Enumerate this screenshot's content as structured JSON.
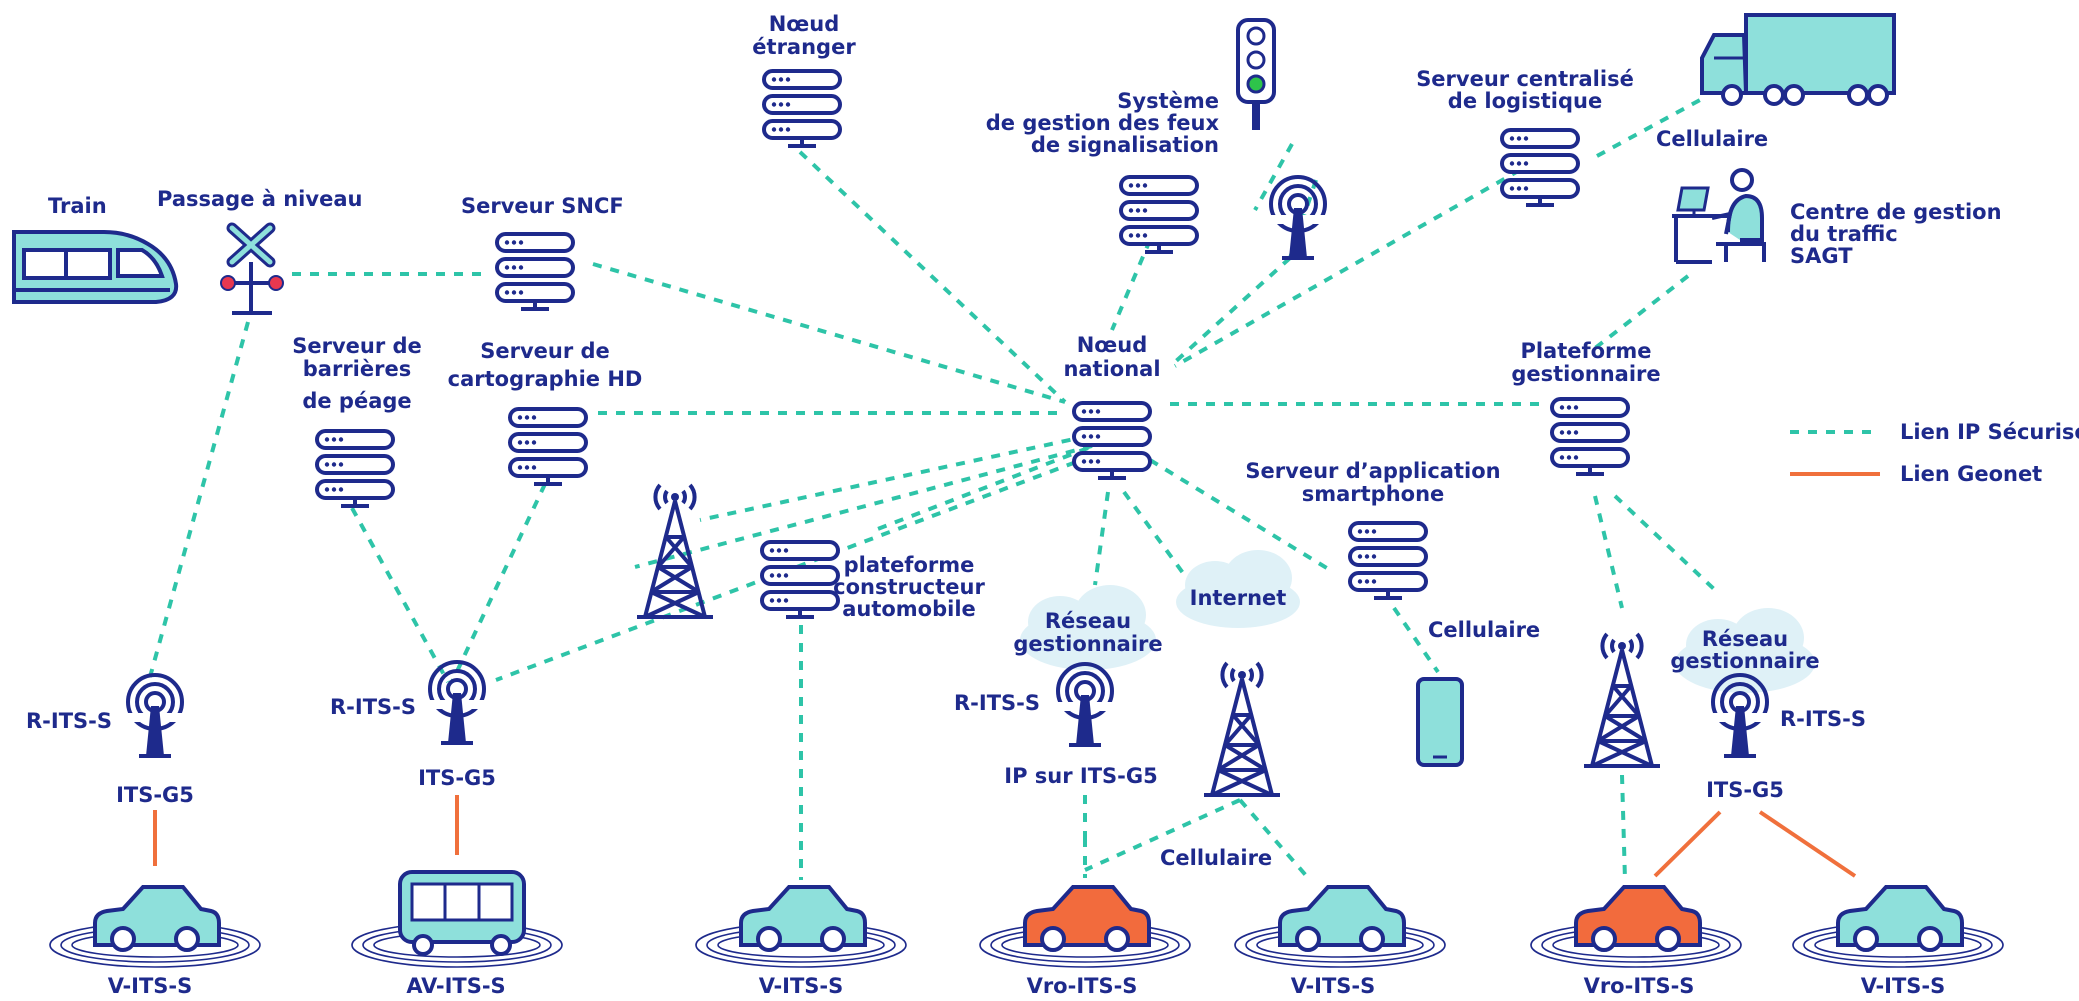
{
  "colors": {
    "navy": "#1e2a8c",
    "turquoise": "#8ee0db",
    "ip_link": "#2ec4a8",
    "geonet_link": "#f0703c",
    "vro_car": "#f26b3d",
    "cloud": "#dff1f7"
  },
  "labels": {
    "train": "Train",
    "passage": "Passage à niveau",
    "sncf": "Serveur SNCF",
    "noeud_etranger": [
      "Nœud",
      "étranger"
    ],
    "systeme_feux": [
      "Système",
      "de gestion des feux",
      "de signalisation"
    ],
    "logistique": [
      "Serveur centralisé",
      "de logistique"
    ],
    "cellulaire_truck": "Cellulaire",
    "sagt": [
      "Centre de gestion",
      "du traffic",
      "SAGT"
    ],
    "barrieres": [
      "Serveur de",
      "barrières",
      "de péage"
    ],
    "cartographie": [
      "Serveur de",
      "cartographie HD"
    ],
    "noeud_national": [
      "Nœud",
      "national"
    ],
    "plateforme_gest": [
      "Plateforme",
      "gestionnaire"
    ],
    "smartphone_srv": [
      "Serveur d’application",
      "smartphone"
    ],
    "constructeur": [
      "plateforme",
      "constructeur",
      "automobile"
    ],
    "reseau1": [
      "Réseau",
      "gestionnaire"
    ],
    "internet": "Internet",
    "cellulaire_phone": "Cellulaire",
    "reseau2": [
      "Réseau",
      "gestionnaire"
    ],
    "rits_1": "R-ITS-S",
    "itsg5_1": "ITS-G5",
    "rits_2": "R-ITS-S",
    "itsg5_2": "ITS-G5",
    "rits_3": "R-ITS-S",
    "ip_sur_itsg5": "IP sur ITS-G5",
    "cellulaire_bottom": "Cellulaire",
    "rits_4": "R-ITS-S",
    "itsg5_4": "ITS-G5",
    "vehicles": [
      "V-ITS-S",
      "AV-ITS-S",
      "V-ITS-S",
      "Vro-ITS-S",
      "V-ITS-S",
      "Vro-ITS-S",
      "V-ITS-S"
    ]
  },
  "legend": {
    "ip": "Lien IP Sécurisé",
    "geonet": "Lien Geonet"
  }
}
